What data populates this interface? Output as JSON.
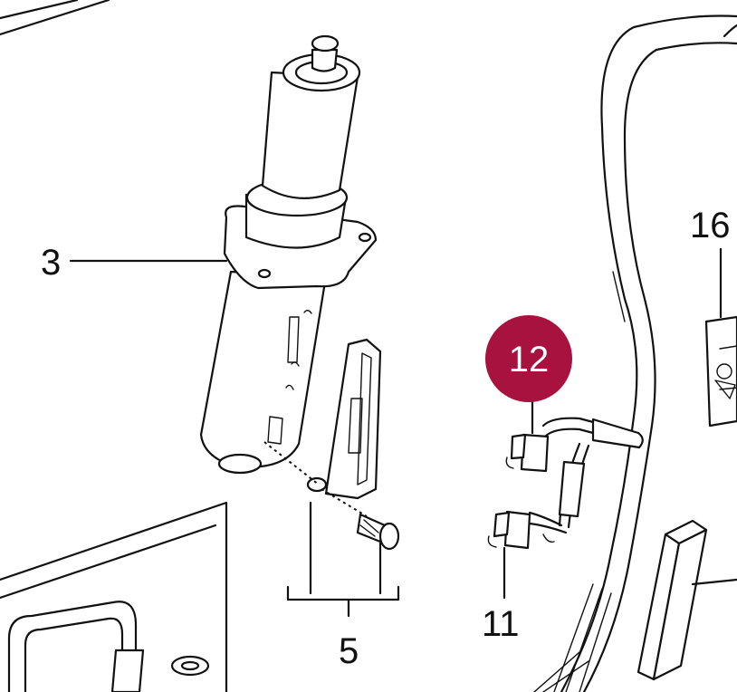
{
  "callouts": [
    {
      "id": "3",
      "label": "3"
    },
    {
      "id": "5",
      "label": "5"
    },
    {
      "id": "11",
      "label": "11"
    },
    {
      "id": "12",
      "label": "12",
      "highlighted": true
    },
    {
      "id": "16",
      "label": "16"
    }
  ],
  "colors": {
    "highlight": "#a8123e",
    "line": "#111111",
    "background": "#ffffff"
  }
}
